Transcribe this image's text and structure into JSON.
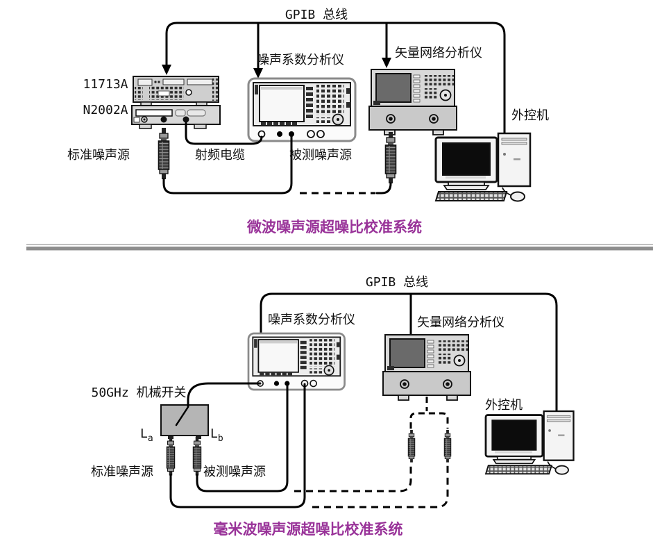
{
  "colors": {
    "title_purple": "#993399",
    "cable_black": "#000000",
    "instrument_gray": "#cdcdcd",
    "background": "#ffffff"
  },
  "top": {
    "gpib_bus": "GPIB 总线",
    "switch_driver_model": "11713A",
    "noise_source_test_set_model": "N2002A",
    "standard_noise_source": "标准噪声源",
    "rf_cable": "射频电缆",
    "dut_noise_source": "被测噪声源",
    "noise_figure_analyzer": "噪声系数分析仪",
    "vector_network_analyzer": "矢量网络分析仪",
    "external_controller": "外控机",
    "title": "微波噪声源超噪比校准系统"
  },
  "bottom": {
    "gpib_bus": "GPIB 总线",
    "noise_figure_analyzer": "噪声系数分析仪",
    "vector_network_analyzer": "矢量网络分析仪",
    "mechanical_switch": "50GHz 机械开关",
    "port_a_main": "L",
    "port_a_sub": "a",
    "port_b_main": "L",
    "port_b_sub": "b",
    "standard_noise_source": "标准噪声源",
    "dut_noise_source": "被测噪声源",
    "external_controller": "外控机",
    "title": "毫米波噪声源超噪比校准系统"
  }
}
